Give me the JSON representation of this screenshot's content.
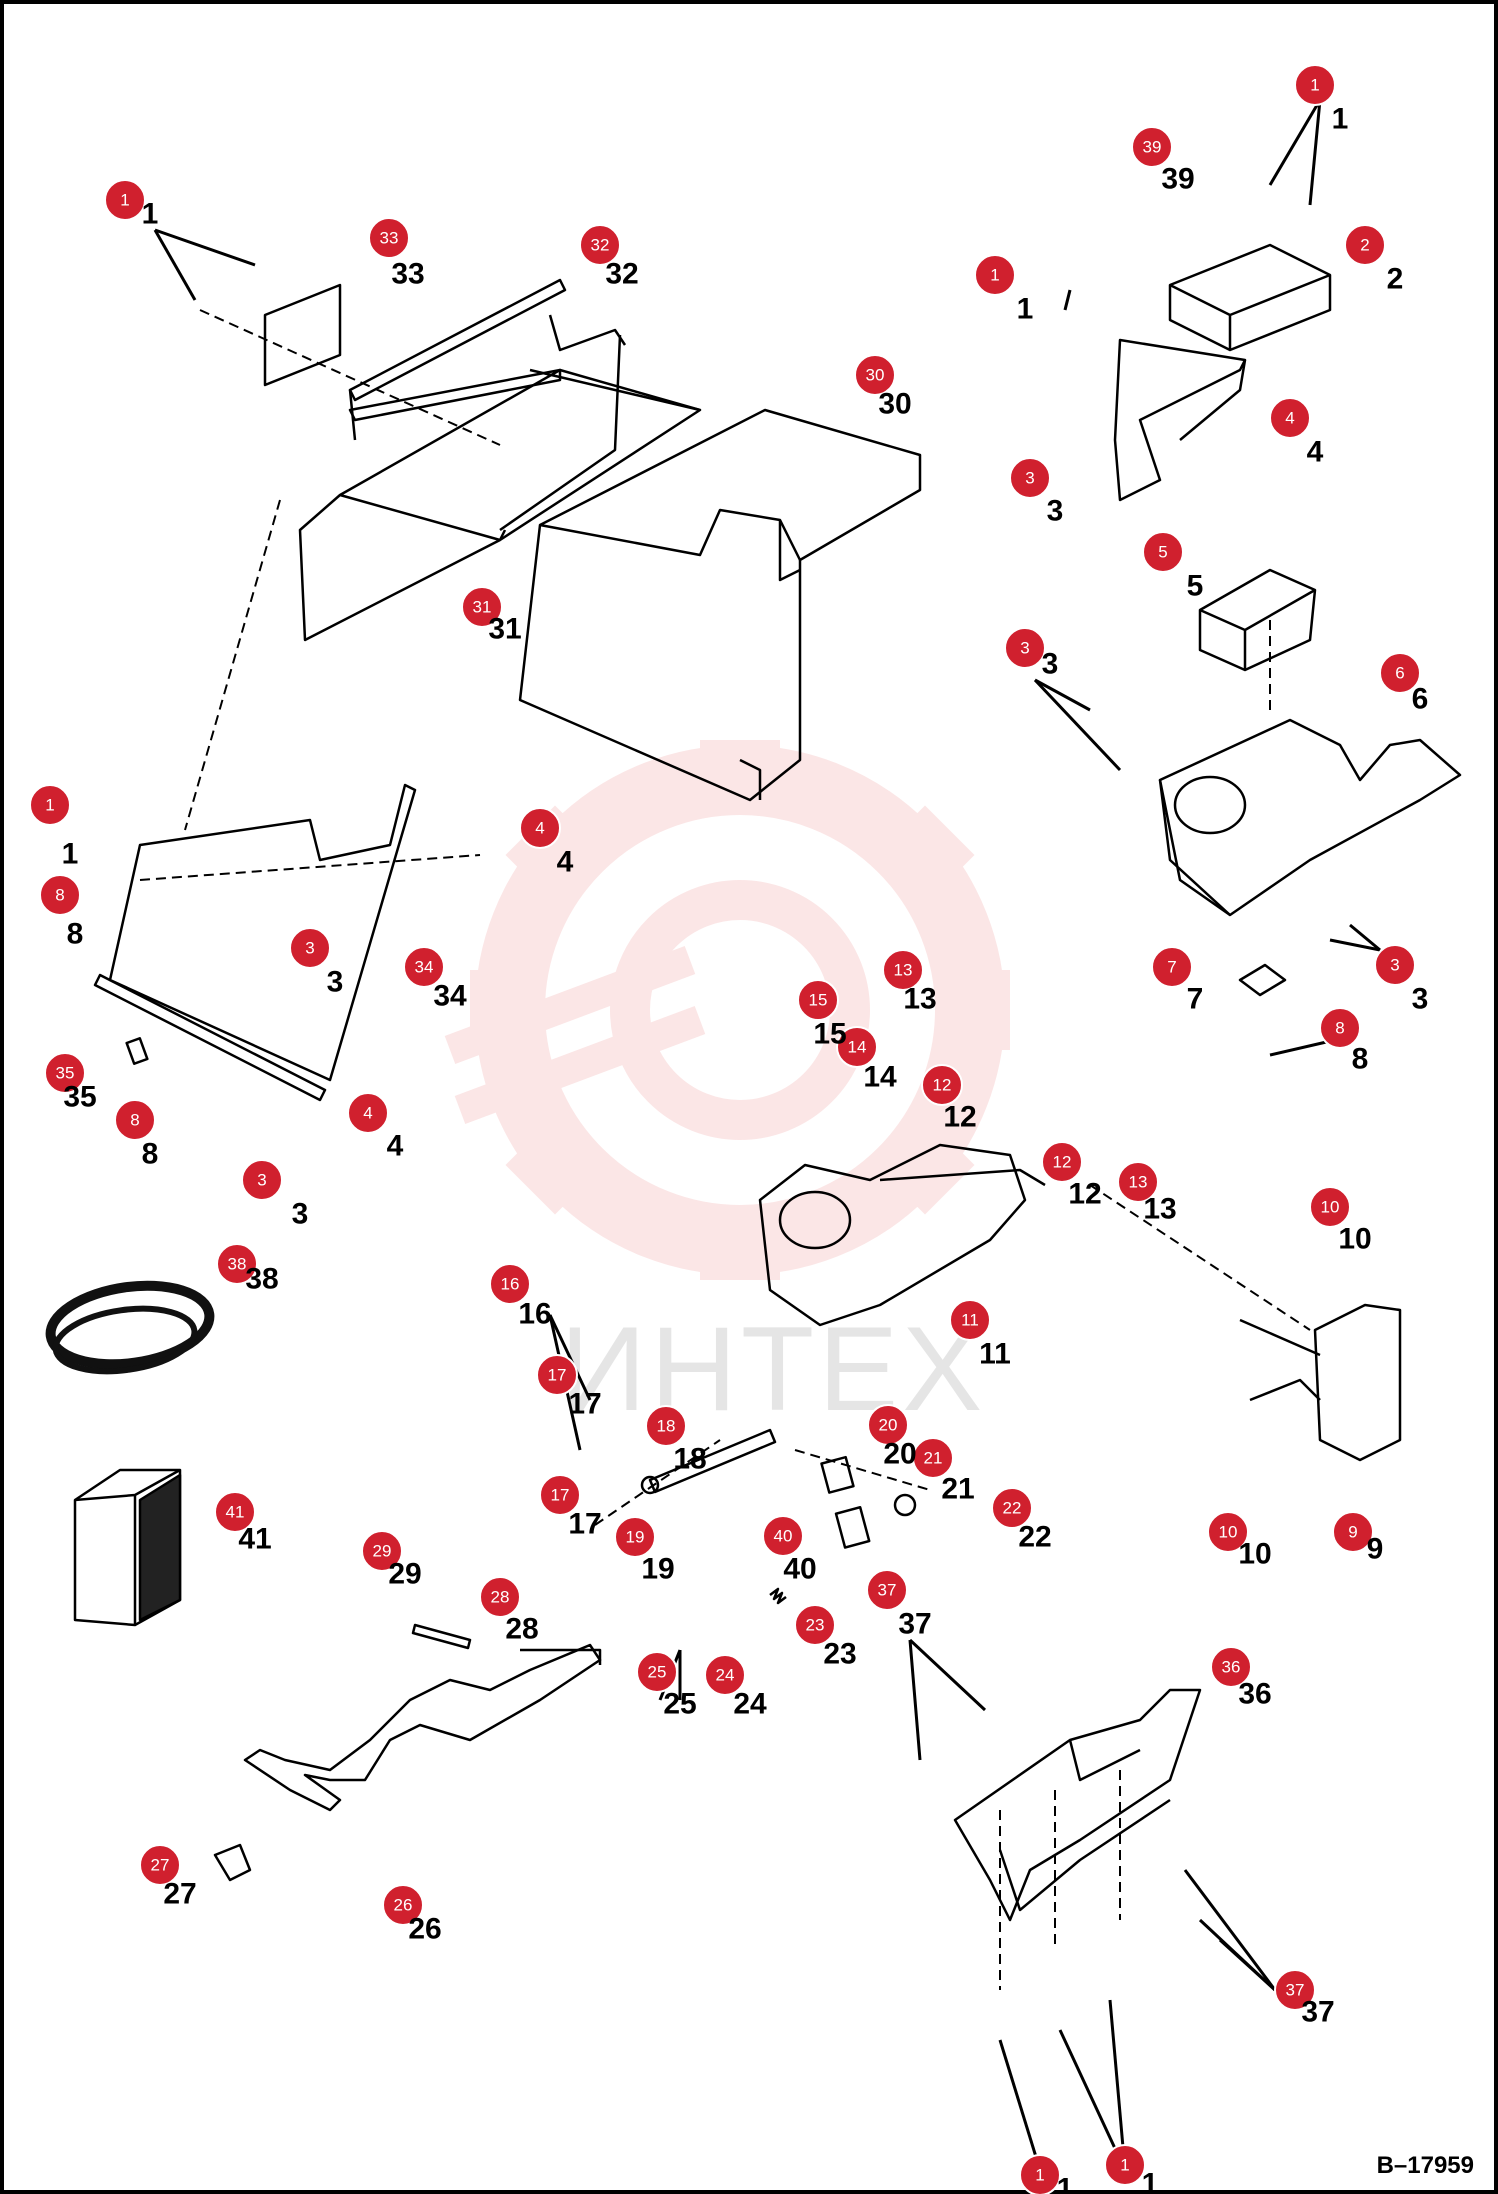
{
  "figure_id": "B–17959",
  "watermark_text": "ИНТЕХ",
  "accent_color": "#d0202e",
  "watermark_color": "#f4b8b8",
  "callouts": [
    {
      "n": "1"
    },
    {
      "n": "1"
    },
    {
      "n": "1"
    },
    {
      "n": "1"
    },
    {
      "n": "1"
    },
    {
      "n": "1"
    },
    {
      "n": "2"
    },
    {
      "n": "3"
    },
    {
      "n": "3"
    },
    {
      "n": "3"
    },
    {
      "n": "3"
    },
    {
      "n": "3"
    },
    {
      "n": "4"
    },
    {
      "n": "4"
    },
    {
      "n": "4"
    },
    {
      "n": "5"
    },
    {
      "n": "6"
    },
    {
      "n": "7"
    },
    {
      "n": "8"
    },
    {
      "n": "8"
    },
    {
      "n": "8"
    },
    {
      "n": "9"
    },
    {
      "n": "10"
    },
    {
      "n": "10"
    },
    {
      "n": "11"
    },
    {
      "n": "12"
    },
    {
      "n": "12"
    },
    {
      "n": "13"
    },
    {
      "n": "13"
    },
    {
      "n": "14"
    },
    {
      "n": "15"
    },
    {
      "n": "16"
    },
    {
      "n": "17"
    },
    {
      "n": "17"
    },
    {
      "n": "18"
    },
    {
      "n": "19"
    },
    {
      "n": "20"
    },
    {
      "n": "21"
    },
    {
      "n": "22"
    },
    {
      "n": "23"
    },
    {
      "n": "24"
    },
    {
      "n": "25"
    },
    {
      "n": "26"
    },
    {
      "n": "27"
    },
    {
      "n": "28"
    },
    {
      "n": "29"
    },
    {
      "n": "30"
    },
    {
      "n": "31"
    },
    {
      "n": "32"
    },
    {
      "n": "33"
    },
    {
      "n": "34"
    },
    {
      "n": "35"
    },
    {
      "n": "36"
    },
    {
      "n": "37"
    },
    {
      "n": "37"
    },
    {
      "n": "38"
    },
    {
      "n": "39"
    },
    {
      "n": "40"
    },
    {
      "n": "41"
    }
  ]
}
